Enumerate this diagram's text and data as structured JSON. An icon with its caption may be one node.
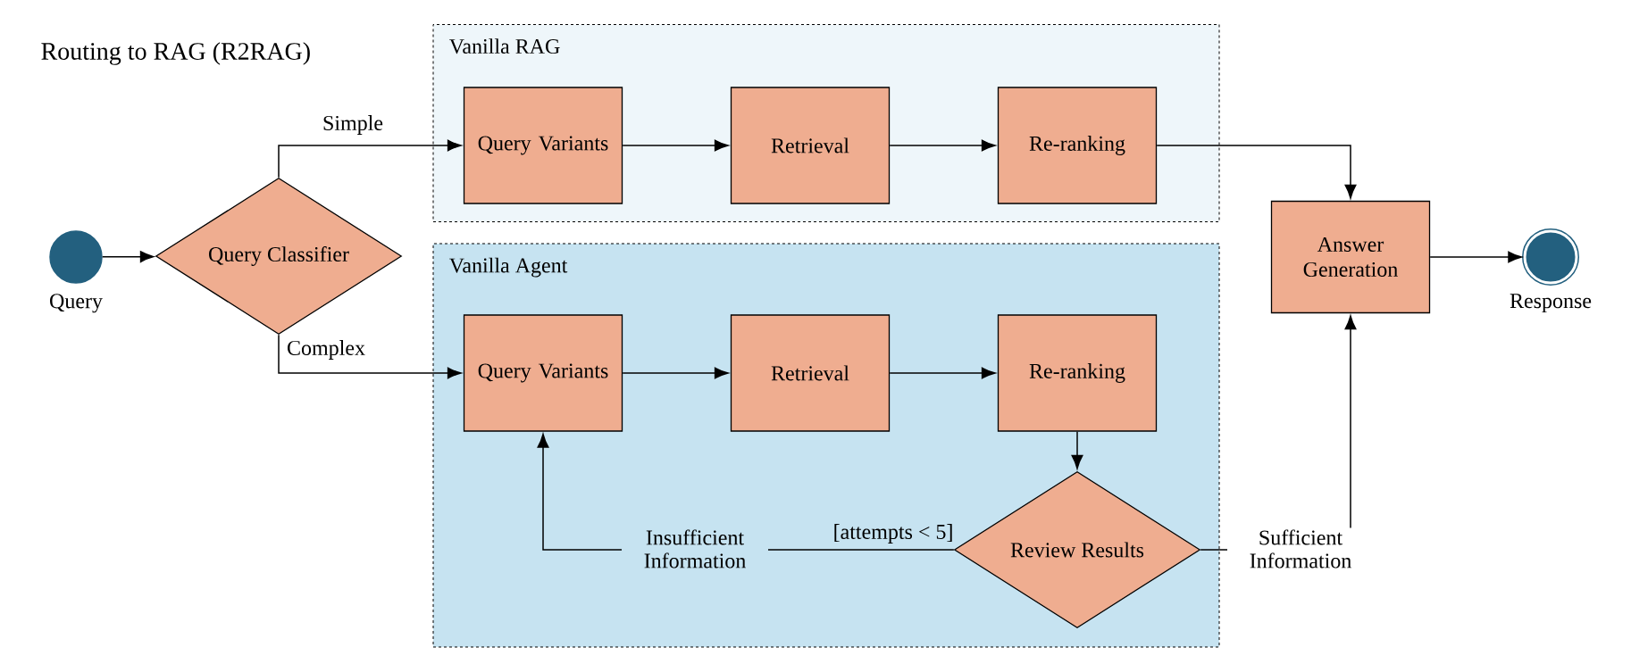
{
  "diagram": {
    "title": "Routing to RAG (R2RAG)",
    "nodes": [
      {
        "text": [],
        "shape": "circle",
        "beside": [
          "Query"
        ]
      },
      {
        "text": [
          "Query Classifier"
        ]
      },
      {
        "text": [
          "Vanilla RAG"
        ]
      },
      {
        "text": [
          "Query Variants"
        ],
        "in": 2
      },
      {
        "text": [
          "Retrieval"
        ],
        "in": 2
      },
      {
        "text": [
          "Re-ranking"
        ],
        "in": 2
      },
      {
        "text": [
          "Vanilla Agent"
        ]
      },
      {
        "text": [
          "Query Variants"
        ],
        "in": 6
      },
      {
        "text": [
          "Retrieval"
        ],
        "in": 6
      },
      {
        "text": [
          "Re-ranking"
        ],
        "in": 6
      },
      {
        "text": [
          "Review Results"
        ],
        "in": 6
      },
      {
        "text": [
          "Answer Generation"
        ]
      },
      {
        "text": [],
        "shape": "circle",
        "beside": [
          "Response"
        ]
      }
    ],
    "edges": [
      {
        "from": 0,
        "to": 1,
        "arrow": "to"
      },
      {
        "from": 1,
        "to": 3,
        "arrow": "to",
        "label": "Simple"
      },
      {
        "from": 1,
        "to": 7,
        "arrow": "to",
        "label": "Complex"
      },
      {
        "from": 3,
        "to": 4,
        "arrow": "to"
      },
      {
        "from": 4,
        "to": 5,
        "arrow": "to"
      },
      {
        "from": 5,
        "to": 11,
        "arrow": "to"
      },
      {
        "from": 7,
        "to": 8,
        "arrow": "to"
      },
      {
        "from": 8,
        "to": 9,
        "arrow": "to"
      },
      {
        "from": 9,
        "to": 10,
        "arrow": "to"
      },
      {
        "from": 10,
        "to": 7,
        "arrow": "to",
        "label": "Insufficient Information"
      },
      {
        "from": 10,
        "to": 11,
        "arrow": "to",
        "label": "Sufficient Information"
      },
      {
        "from": 11,
        "to": 12,
        "arrow": "to"
      }
    ],
    "labels": [
      "[attempts < 5]"
    ]
  }
}
